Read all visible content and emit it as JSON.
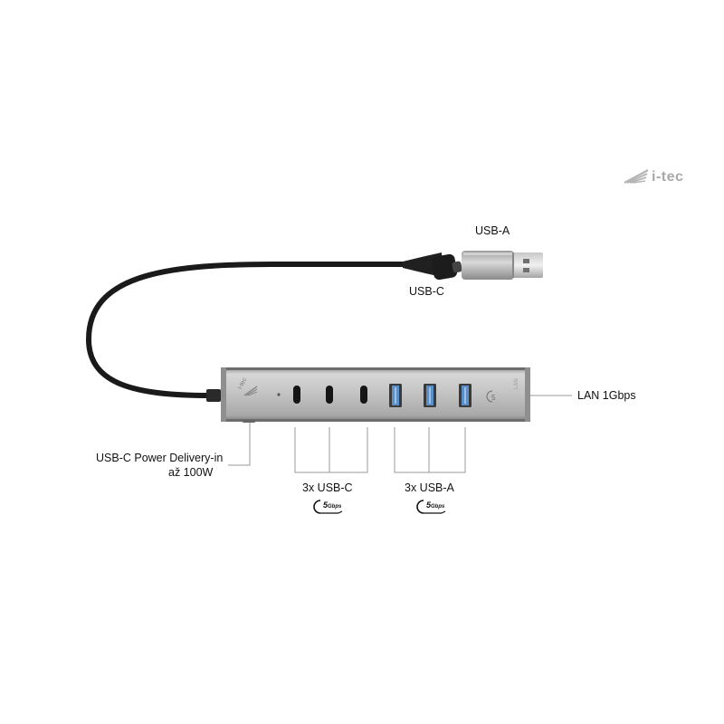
{
  "brand": {
    "logo_text": "i-tec"
  },
  "connectors": {
    "usb_a": "USB-A",
    "usb_c": "USB-C"
  },
  "hub": {
    "body_logo": "i-tec",
    "lan_port_text": "LAN"
  },
  "callouts": {
    "lan": "LAN 1Gbps",
    "power_line1": "USB-C Power Delivery-in",
    "power_line2": "až 100W",
    "usb_c_ports": "3x USB-C",
    "usb_a_ports": "3x USB-A"
  },
  "speed_badges": [
    {
      "value": "5",
      "unit": "Gbps"
    },
    {
      "value": "5",
      "unit": "Gbps"
    }
  ],
  "colors": {
    "cable": "#1a1a1a",
    "hub_body": "#b9b9b9",
    "usb_blue": "#5b8fc9",
    "leader_line": "#9a9a9a"
  }
}
